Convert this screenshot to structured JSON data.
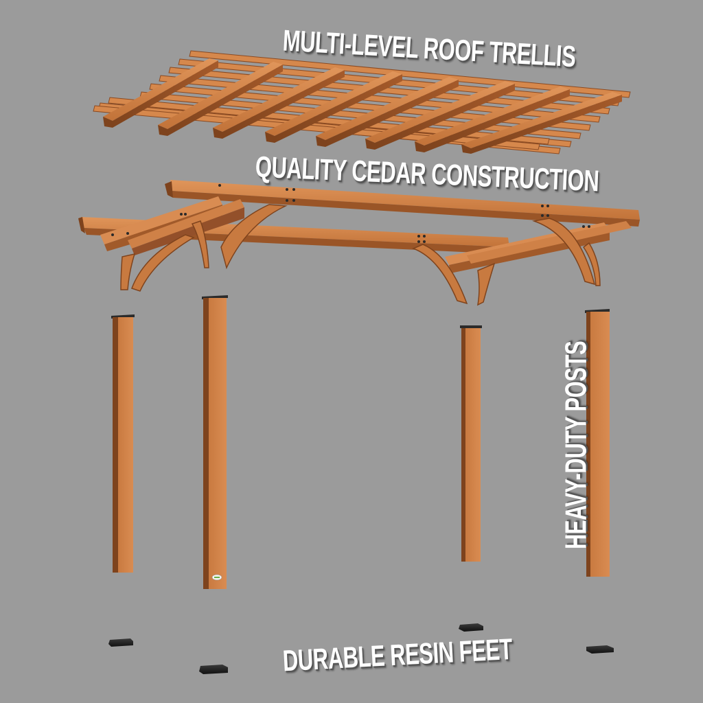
{
  "callouts": {
    "trellis": "MULTI-LEVEL ROOF TRELLIS",
    "cedar": "QUALITY CEDAR CONSTRUCTION",
    "posts": "HEAVY-DUTY POSTS",
    "feet": "DURABLE RESIN FEET"
  },
  "colors": {
    "background": "#9b9b9b",
    "cedar_light": "#d88a4e",
    "cedar_mid": "#c07038",
    "cedar_dark": "#8a4a22",
    "resin": "#1e1e1e",
    "label_text": "#ffffff"
  },
  "components": [
    {
      "name": "roof-trellis",
      "count_rafter_groups": 8
    },
    {
      "name": "frame-beams",
      "count_brackets": 8
    },
    {
      "name": "posts",
      "count": 4
    },
    {
      "name": "resin-feet",
      "count": 4
    }
  ]
}
